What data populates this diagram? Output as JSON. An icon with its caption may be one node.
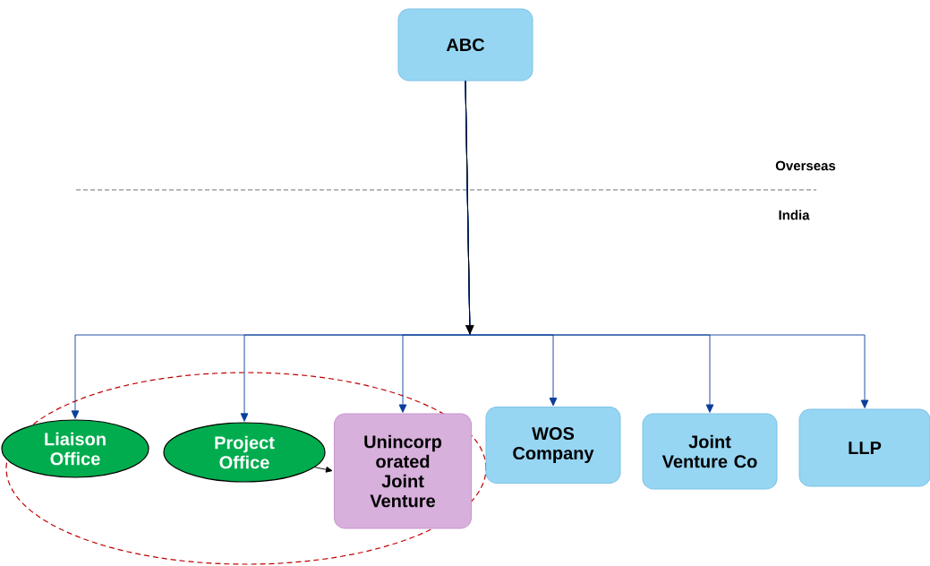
{
  "diagram": {
    "nodes": [
      {
        "text": [
          "ABC"
        ]
      },
      {
        "text": [],
        "shape": "ellipse"
      },
      {
        "text": [
          "Liaison Office"
        ],
        "in": 1
      },
      {
        "text": [
          "Project Office"
        ],
        "in": 1
      },
      {
        "text": [
          "Unincorp orated Joint Venture"
        ],
        "in": 1
      },
      {
        "text": [
          "WOS Company"
        ]
      },
      {
        "text": [
          "Joint Venture Co"
        ]
      },
      {
        "text": [
          "LLP"
        ]
      }
    ],
    "edges": [
      {
        "from": 0,
        "to": 2,
        "arrow": "to"
      },
      {
        "from": 0,
        "to": 3,
        "arrow": "to"
      },
      {
        "from": 0,
        "to": 4,
        "arrow": "to"
      },
      {
        "from": 0,
        "to": 5,
        "arrow": "to"
      },
      {
        "from": 0,
        "to": 6,
        "arrow": "to"
      },
      {
        "from": 0,
        "to": 7,
        "arrow": "to"
      },
      {
        "from": 3,
        "to": 4,
        "arrow": "to",
        "color": "#000000"
      }
    ],
    "labels": [
      "Overseas",
      "India"
    ]
  }
}
